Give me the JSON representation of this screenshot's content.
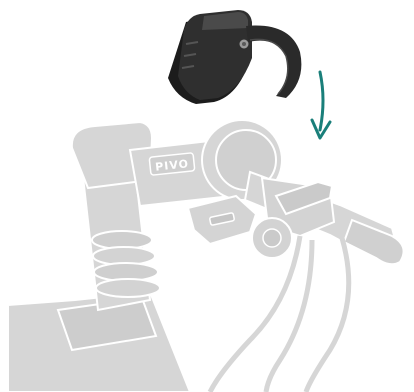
{
  "illustration": {
    "stem_brand": "PIVO",
    "colors": {
      "bike_gray": "#d6d6d6",
      "bike_gray_dark": "#c4c4c4",
      "bike_outline": "#ffffff",
      "clamp_body": "#2f2f2f",
      "clamp_shadow": "#1c1c1c",
      "clamp_highlight": "#5a5a5a",
      "arrow": "#1a7f7a"
    },
    "icons": [
      "mounting-clamp",
      "down-arrow-icon",
      "bike-handlebar"
    ]
  }
}
